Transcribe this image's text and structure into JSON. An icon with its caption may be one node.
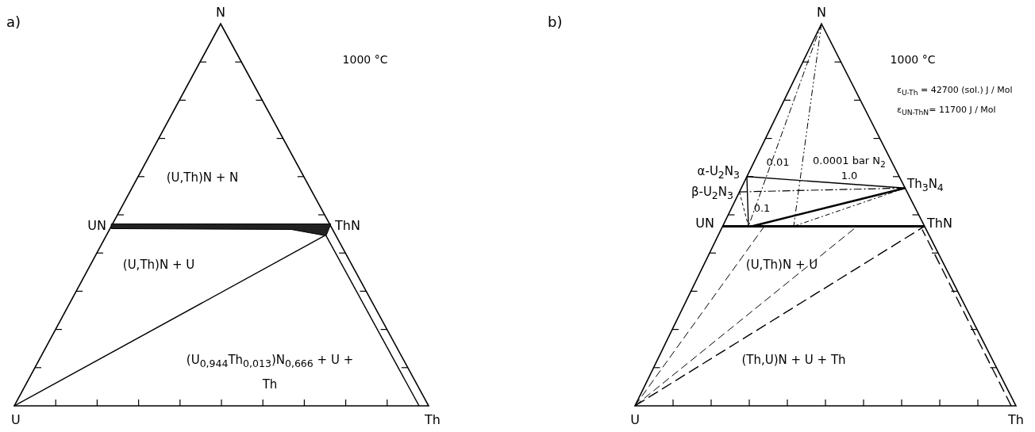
{
  "diagram": {
    "labels": [
      "a)",
      "b)",
      "N",
      "N",
      "1000 °C",
      "1000 °C",
      "ε$_{U-Th}$ = 42700 (sol.) J / Mol",
      "ε$_{UN-ThN}$= 11700 J / Mol",
      "(U,Th)N + N",
      "0.01",
      "0.0001 bar N$_{2}$",
      "α-U$_{2}$N$_{3}$",
      "1.0",
      "β-U$_{2}$N$_{3}$",
      "Th$_{3}$N$_{4}$",
      "0.1",
      "UN",
      "ThN",
      "UN",
      "ThN",
      "(U,Th)N + U",
      "(U,Th)N + U",
      "(U$_{0,944}$Th$_{0,013}$)N$_{0,666}$ + U + Th",
      "(Th,U)N + U + Th",
      "U",
      "Th",
      "U",
      "Th"
    ]
  }
}
